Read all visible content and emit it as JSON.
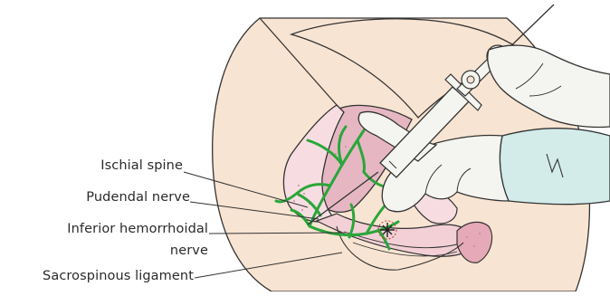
{
  "labels": {
    "ischial_spine": "Ischial spine",
    "pudendal_nerve": "Pudendal nerve",
    "inferior_hemorrhoidal_line1": "Inferior hemorrhoidal",
    "inferior_hemorrhoidal_line2": "nerve",
    "sacrospinous_ligament": "Sacrospinous ligament"
  },
  "colors": {
    "skin": "#f8e4d2",
    "outline": "#333333",
    "nerve": "#2aa63a",
    "glove": "#f4f4f0",
    "sleeve": "#d3ecea",
    "tissue": "#e6b7c3",
    "ligament": "#f2d0d6",
    "speckle": "#c98f98"
  },
  "icons": [
    "syringe-icon",
    "gloved-hand-icon",
    "nerve-branches-icon",
    "needle-target-icon"
  ]
}
